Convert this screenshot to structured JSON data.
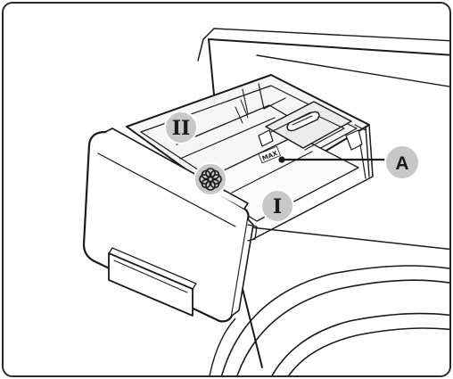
{
  "figure": {
    "compartments": {
      "main_wash": {
        "symbol": "II"
      },
      "pre_wash": {
        "symbol": "I"
      },
      "softener": {
        "icon": "flower-icon"
      }
    },
    "max_level_label": "MAX",
    "callout": {
      "letter": "A"
    }
  }
}
